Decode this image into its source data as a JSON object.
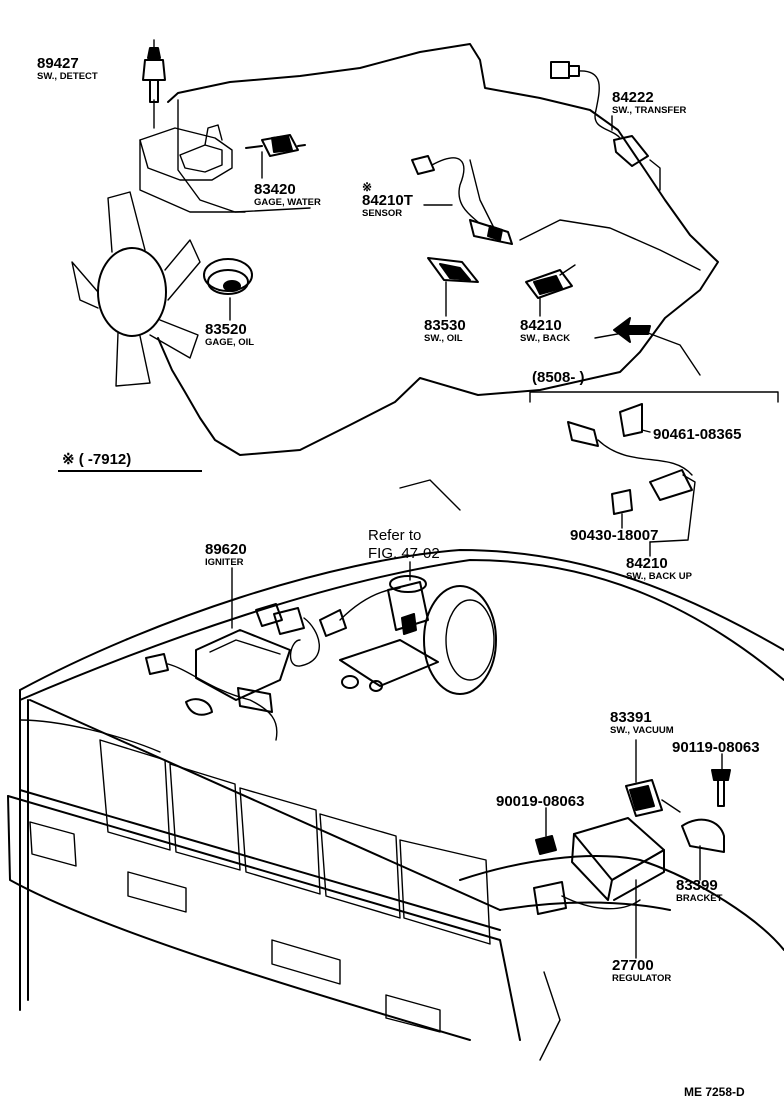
{
  "parts": [
    {
      "number": "89427",
      "name": "SW., DETECT"
    },
    {
      "number": "83420",
      "name": "GAGE, WATER"
    },
    {
      "number": "84210T",
      "name": "SENSOR",
      "mark": "※"
    },
    {
      "number": "84222",
      "name": "SW., TRANSFER"
    },
    {
      "number": "83520",
      "name": "GAGE, OIL"
    },
    {
      "number": "83530",
      "name": "SW., OIL"
    },
    {
      "number": "84210",
      "name": "SW., BACK"
    },
    {
      "number": "90461-08365",
      "name": ""
    },
    {
      "number": "90430-18007",
      "name": ""
    },
    {
      "number": "84210",
      "name": "SW., BACK UP"
    },
    {
      "number": "89620",
      "name": "IGNITER"
    },
    {
      "number": "83391",
      "name": "SW., VACUUM"
    },
    {
      "number": "90119-08063",
      "name": ""
    },
    {
      "number": "90019-08063",
      "name": ""
    },
    {
      "number": "83399",
      "name": "BRACKET"
    },
    {
      "number": "27700",
      "name": "REGULATOR"
    }
  ],
  "notes": {
    "mark_range": "※  (        -7912)",
    "date_range": "(8508-        )",
    "refer_line1": "Refer to",
    "refer_line2": "FIG. 47-02"
  },
  "footer": {
    "code": "ME 7258-D"
  }
}
